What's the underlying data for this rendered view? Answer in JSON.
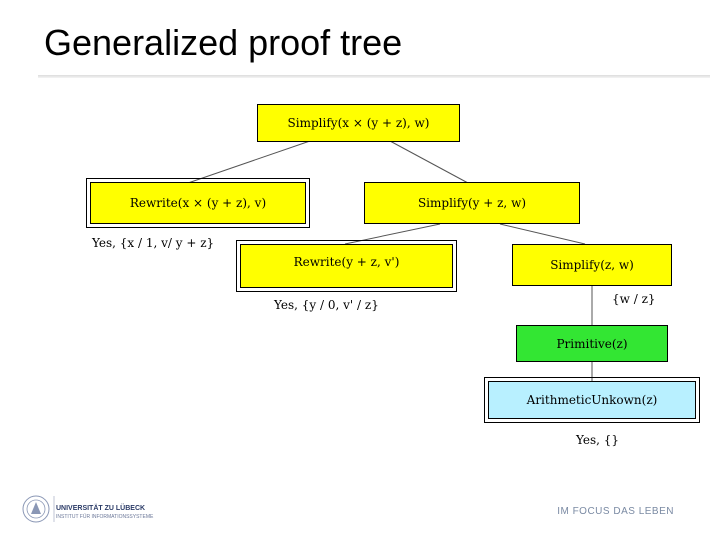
{
  "slide": {
    "title": "Generalized proof tree"
  },
  "tree": {
    "root": "Simplify(x × (y + z), w)",
    "rewrite_1": "Rewrite(x × (y + z), v)",
    "simplify_1": "Simplify(y + z, w)",
    "rewrite_2": "Rewrite(y + z, v')",
    "simplify_2": "Simplify(z, w)",
    "primitive": "Primitive(z)",
    "arith": "ArithmeticUnkown(z)"
  },
  "annotations": {
    "yes_1": "Yes, {x / 1, v/ y + z}",
    "yes_2": "Yes, {y / 0, v' / z}",
    "subst_w": "{w / z}",
    "yes_3": "Yes, {}"
  },
  "footer": {
    "university": "UNIVERSITÄT ZU LÜBECK",
    "institute": "INSTITUT FÜR INFORMATIONSSYSTEME",
    "slogan": "IM FOCUS DAS LEBEN"
  },
  "colors": {
    "yellow": "#ffff00",
    "green": "#33e633",
    "cyan": "#b8f0ff"
  },
  "icons": {
    "logo": "university-seal-icon"
  }
}
